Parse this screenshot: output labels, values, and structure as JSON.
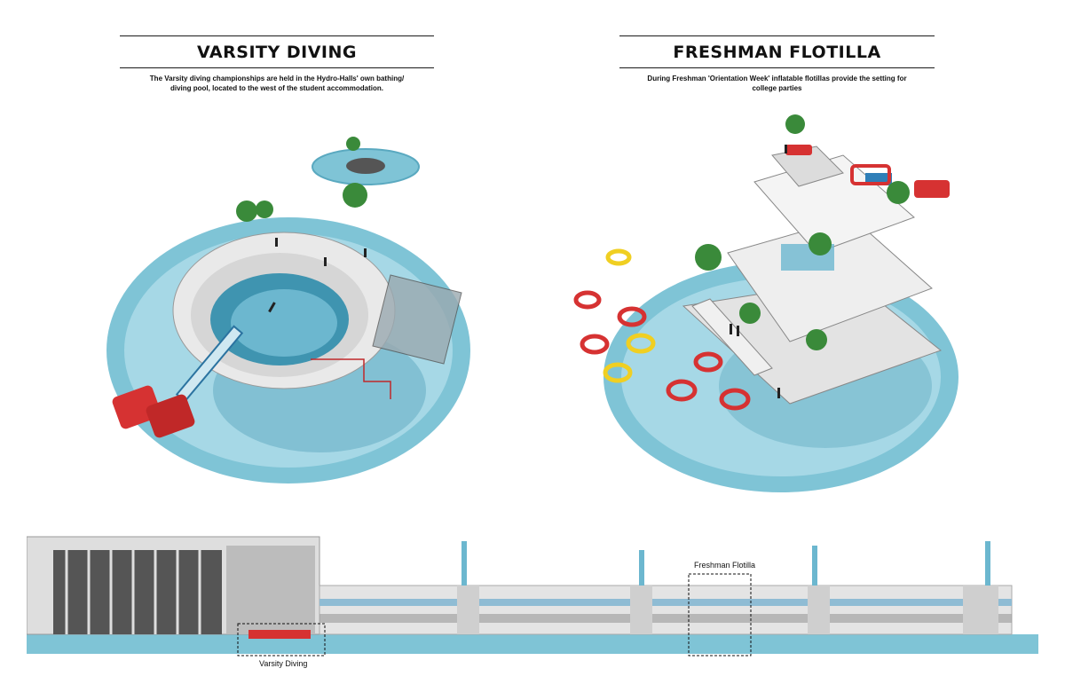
{
  "left_panel": {
    "title": "VARSITY DIVING",
    "description_line1": "The Varsity diving championships are held in the Hydro-Halls' own bathing/",
    "description_line2": "diving pool, located to the west of the student accommodation."
  },
  "right_panel": {
    "title": "FRESHMAN FLOTILLA",
    "description_line1": "During Freshman 'Orientation Week' inflatable flotillas provide the setting for",
    "description_line2": "college parties"
  },
  "section": {
    "label_varsity": "Varsity Diving",
    "label_freshman": "Freshman Flotilla"
  },
  "colors": {
    "water": "#7fc4d6",
    "water_dark": "#3f94b0",
    "inflatable_red": "#d63232",
    "inflatable_yellow": "#f0cf22",
    "structure": "#e9e9e9",
    "palm": "#3a8a3a"
  }
}
